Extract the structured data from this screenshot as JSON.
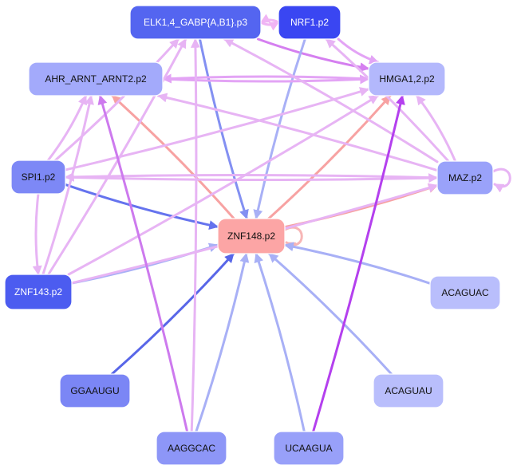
{
  "nodes": [
    {
      "id": "elk",
      "label": "ELK1,4_GABP{A,B1}.p3",
      "fill": "#5465f0",
      "text": "#ffffff"
    },
    {
      "id": "nrf1",
      "label": "NRF1.p2",
      "fill": "#3a46f2",
      "text": "#ffffff"
    },
    {
      "id": "ahr",
      "label": "AHR_ARNT_ARNT2.p2",
      "fill": "#a3aafb",
      "text": "#111111"
    },
    {
      "id": "hmga",
      "label": "HMGA1,2.p2",
      "fill": "#b3b8fc",
      "text": "#111111"
    },
    {
      "id": "spi1",
      "label": "SPI1.p2",
      "fill": "#7d88f6",
      "text": "#111111"
    },
    {
      "id": "maz",
      "label": "MAZ.p2",
      "fill": "#9aa2fa",
      "text": "#111111"
    },
    {
      "id": "znf148",
      "label": "ZNF148.p2",
      "fill": "#fca5a5",
      "text": "#111111"
    },
    {
      "id": "znf143",
      "label": "ZNF143.p2",
      "fill": "#4c5cf0",
      "text": "#ffffff"
    },
    {
      "id": "acaguac",
      "label": "ACAGUAC",
      "fill": "#b9befc",
      "text": "#111111"
    },
    {
      "id": "ggaaugu",
      "label": "GGAAUGU",
      "fill": "#7b86f5",
      "text": "#111111"
    },
    {
      "id": "acaguau",
      "label": "ACAGUAU",
      "fill": "#b9befc",
      "text": "#111111"
    },
    {
      "id": "aaggcac",
      "label": "AAGGCAC",
      "fill": "#8d96f7",
      "text": "#111111"
    },
    {
      "id": "ucaagua",
      "label": "UCAAGUA",
      "fill": "#98a0f9",
      "text": "#111111"
    }
  ],
  "edges": [
    {
      "from": "elk",
      "to": "nrf1",
      "color": "#f0b4f4"
    },
    {
      "from": "nrf1",
      "to": "elk",
      "color": "#f0b4f4"
    },
    {
      "from": "elk",
      "to": "hmga",
      "color": "#d57ff0"
    },
    {
      "from": "elk",
      "to": "znf148",
      "color": "#8390f2"
    },
    {
      "from": "nrf1",
      "to": "znf148",
      "color": "#a8b0f6"
    },
    {
      "from": "nrf1",
      "to": "hmga",
      "color": "#e3a4f5"
    },
    {
      "from": "ahr",
      "to": "hmga",
      "color": "#e3a4f5"
    },
    {
      "from": "hmga",
      "to": "ahr",
      "color": "#e3a4f5"
    },
    {
      "from": "znf148",
      "to": "ahr",
      "color": "#f7a2a2"
    },
    {
      "from": "znf148",
      "to": "hmga",
      "color": "#f7a2a2"
    },
    {
      "from": "znf148",
      "to": "maz",
      "color": "#f7a2a2"
    },
    {
      "from": "znf148",
      "to": "znf148",
      "color": "#f7b6b6"
    },
    {
      "from": "spi1",
      "to": "znf148",
      "color": "#6573ee"
    },
    {
      "from": "spi1",
      "to": "maz",
      "color": "#e7b4f4"
    },
    {
      "from": "spi1",
      "to": "ahr",
      "color": "#e7b4f4"
    },
    {
      "from": "spi1",
      "to": "hmga",
      "color": "#e7b4f4"
    },
    {
      "from": "spi1",
      "to": "znf143",
      "color": "#e7b4f4"
    },
    {
      "from": "spi1",
      "to": "elk",
      "color": "#e7b4f4"
    },
    {
      "from": "maz",
      "to": "ahr",
      "color": "#e7b4f4"
    },
    {
      "from": "maz",
      "to": "hmga",
      "color": "#e7b4f4"
    },
    {
      "from": "maz",
      "to": "elk",
      "color": "#e7b4f4"
    },
    {
      "from": "maz",
      "to": "nrf1",
      "color": "#e7b4f4"
    },
    {
      "from": "maz",
      "to": "spi1",
      "color": "#e7b4f4"
    },
    {
      "from": "maz",
      "to": "maz",
      "color": "#e7b4f4"
    },
    {
      "from": "znf143",
      "to": "znf148",
      "color": "#a8b0f6"
    },
    {
      "from": "znf143",
      "to": "maz",
      "color": "#e7b4f4"
    },
    {
      "from": "znf143",
      "to": "ahr",
      "color": "#e7b4f4"
    },
    {
      "from": "znf143",
      "to": "elk",
      "color": "#e7b4f4"
    },
    {
      "from": "znf143",
      "to": "hmga",
      "color": "#e7b4f4"
    },
    {
      "from": "acaguac",
      "to": "znf148",
      "color": "#a8b0f6"
    },
    {
      "from": "ggaaugu",
      "to": "znf148",
      "color": "#5866e8"
    },
    {
      "from": "acaguau",
      "to": "znf148",
      "color": "#a8b0f6"
    },
    {
      "from": "aaggcac",
      "to": "znf148",
      "color": "#a8b0f6"
    },
    {
      "from": "aaggcac",
      "to": "ahr",
      "color": "#cd7aee"
    },
    {
      "from": "aaggcac",
      "to": "elk",
      "color": "#e7b4f4"
    },
    {
      "from": "ucaagua",
      "to": "znf148",
      "color": "#a8b0f6"
    },
    {
      "from": "ucaagua",
      "to": "hmga",
      "color": "#b440ee"
    }
  ]
}
